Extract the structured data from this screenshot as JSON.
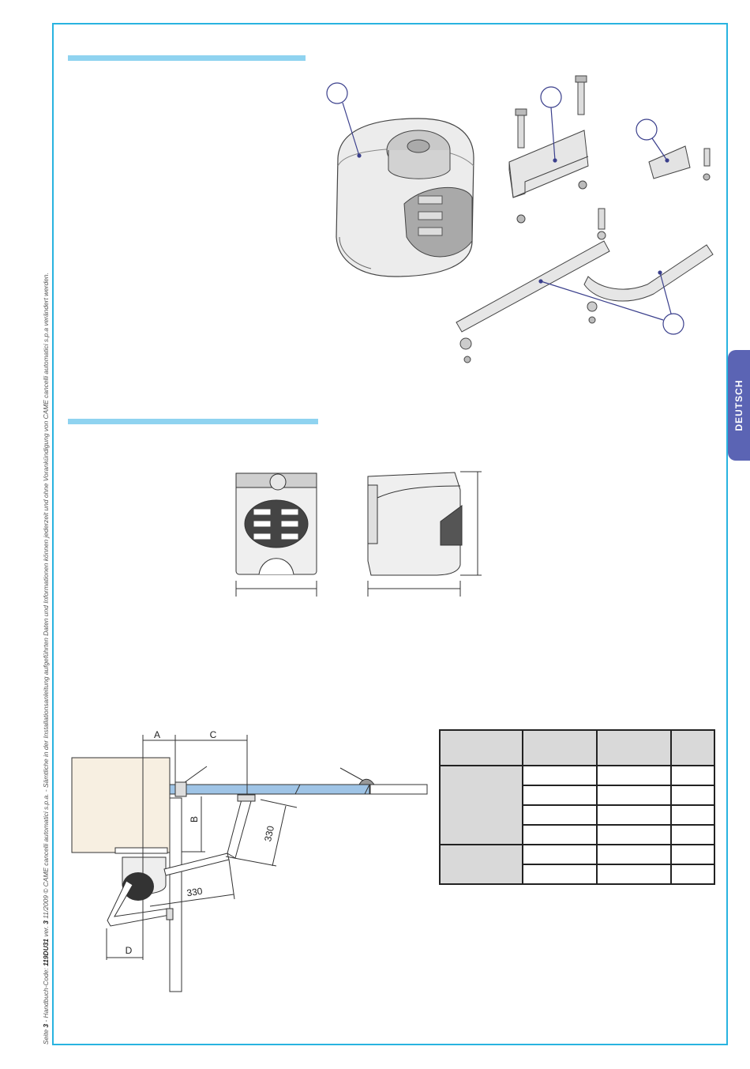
{
  "footer": {
    "page_prefix": "Seite",
    "page_number": "3",
    "manual_code_prefix": "- Handbuch-Code:",
    "manual_code": "119DU31",
    "version_prefix": "ver.",
    "version": "3",
    "copyright": "11/2009 © CAME cancelli automatici s.p.a. - Sämtliche in der Installationsanleitung aufgeführten Daten und Informationen können jederzeit und ohne Vorankündigung von CAME cancelli automatici s.p.a verändert werden."
  },
  "language_tab": "DEUTSCH",
  "diagram": {
    "dim_a": "A",
    "dim_b": "B",
    "dim_c": "C",
    "dim_d": "D",
    "arm_length_1": "330",
    "arm_length_2": "330"
  },
  "colors": {
    "frame": "#29b3e0",
    "section_bar": "#8fd3f0",
    "tab": "#5b64b4",
    "callout": "#3a3f8c",
    "gate_leaf": "#9fc4e6"
  },
  "icons": {
    "callouts": [
      "callout-circle-icon",
      "callout-circle-icon",
      "callout-circle-icon",
      "callout-circle-icon"
    ]
  }
}
